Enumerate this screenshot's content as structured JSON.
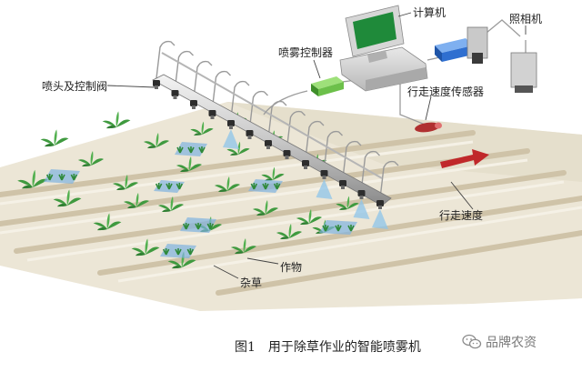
{
  "labels": {
    "computer": "计算机",
    "camera": "照相机",
    "spray_controller": "喷雾控制器",
    "nozzle_valve": "喷头及控制阀",
    "speed_sensor": "行走速度传感器",
    "travel_speed": "行走速度",
    "crop": "作物",
    "weed": "杂草"
  },
  "caption": {
    "figure_no": "图1",
    "title": "用于除草作业的智能喷雾机"
  },
  "watermark": {
    "text": "品牌农资",
    "icon": "wechat-icon"
  },
  "colors": {
    "field": "#ece6d6",
    "furrow": "#d9ceb6",
    "plant": "#3f9a3f",
    "weed_patch": "#7fb2e0",
    "spray": "#8ec4ea",
    "controller": "#6cc04a",
    "sensor": "#b03030",
    "arrow": "#c0282a",
    "monitor": "#1f8a3a",
    "hub": "#2f6fd0"
  }
}
